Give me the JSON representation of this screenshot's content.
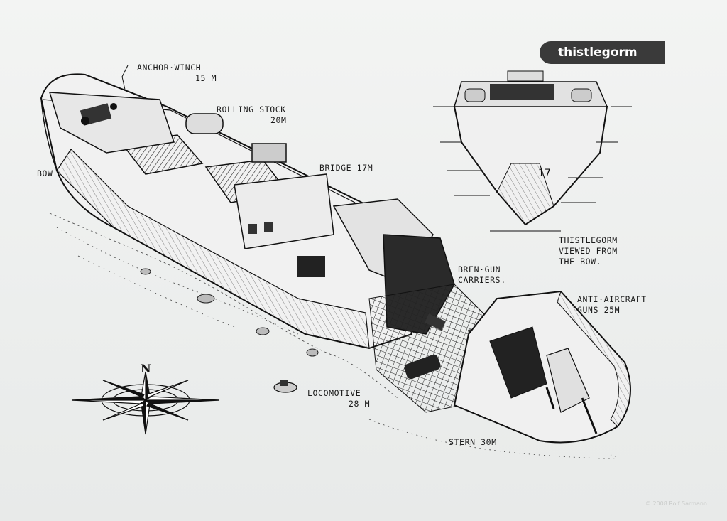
{
  "badge": "thistlegorm",
  "labels": {
    "anchor_winch_1": "ANCHOR·WINCH",
    "anchor_winch_2": "15 M",
    "rolling_stock_1": "ROLLING STOCK",
    "rolling_stock_2": "20M",
    "bridge": "BRIDGE 17M",
    "bow": "BOW",
    "bow_view_1": "THISTLEGORM",
    "bow_view_2": "VIEWED FROM",
    "bow_view_3": "THE BOW.",
    "bren_1": "BREN·GUN",
    "bren_2": "CARRIERS.",
    "aa_1": "ANTI·AIRCRAFT",
    "aa_2": "GUNS 25M",
    "loco_1": "LOCOMOTIVE",
    "loco_2": "28 M",
    "stern": "STERN 30M"
  },
  "compass_letter": "N",
  "copyright": "© 2008 Rolf Sarmann",
  "colors": {
    "ink": "#1b1b1b",
    "paper": "#eef0ef",
    "badge": "#3a3a3a"
  }
}
